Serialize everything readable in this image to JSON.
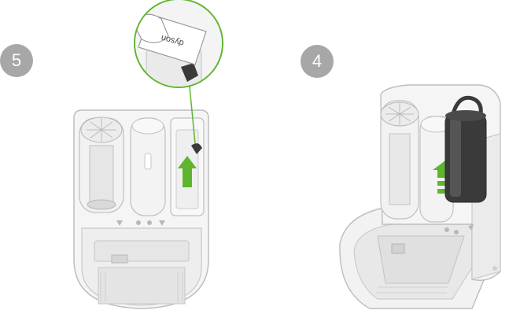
{
  "steps": [
    {
      "number": "5"
    },
    {
      "number": "4"
    }
  ],
  "logo": {
    "text": "dyson"
  },
  "colors": {
    "accent_green": "#5fb52e",
    "badge_gray": "#a7a7a7",
    "outline": "#bdbdbd",
    "fill_light": "#f2f2f2",
    "dark_bottle": "#3a3a3a"
  }
}
